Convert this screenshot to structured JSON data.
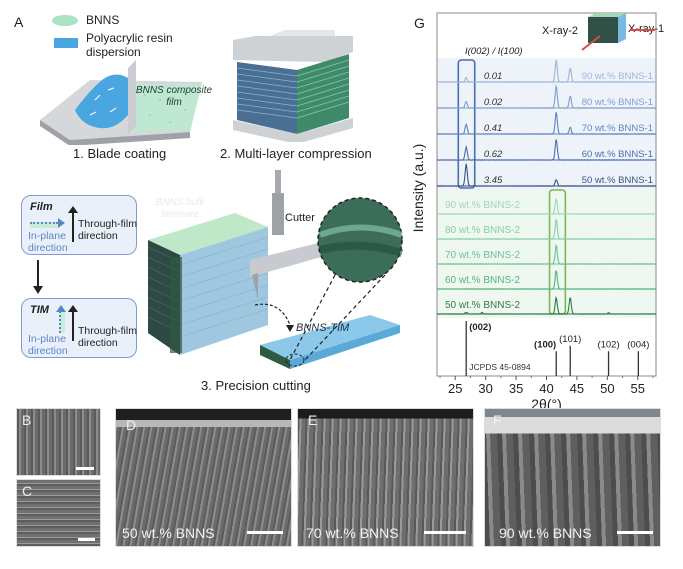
{
  "panel_a": {
    "letter": "A",
    "legend": [
      {
        "label": "BNNS",
        "color": "#a9e3c4"
      },
      {
        "label": "Polyacrylic resin dispersion",
        "color": "#4aa6e0"
      }
    ],
    "film_label": "BNNS composite film",
    "step1": "1. Blade coating",
    "step2": "2. Multi-layer compression",
    "step3": "3. Precision cutting",
    "cutter_label": "Cutter",
    "bulk_label": "BNNS bulk laminate",
    "tim_label": "BNNS-TIM",
    "film_box": {
      "title": "Film",
      "in_plane": "In-plane direction",
      "through": "Through-film direction"
    },
    "tim_box": {
      "title": "TIM",
      "in_plane": "In-plane direction",
      "through": "Through-film direction"
    }
  },
  "sem": {
    "b": {
      "letter": "B"
    },
    "c": {
      "letter": "C"
    },
    "d": {
      "letter": "D",
      "label": "50 wt.% BNNS"
    },
    "e": {
      "letter": "E",
      "label": "70 wt.% BNNS"
    },
    "f": {
      "letter": "F",
      "label": "90 wt.% BNNS"
    }
  },
  "chart_data": {
    "type": "line",
    "panel_letter": "G",
    "title": "",
    "xlabel": "2θ(°)",
    "ylabel": "Intensity (a.u.)",
    "xlim": [
      22,
      58
    ],
    "xticks": [
      25,
      30,
      35,
      40,
      45,
      50,
      55
    ],
    "ratio_header": "I(002) / I(100)",
    "inset": {
      "xray1": "X-ray-1",
      "xray2": "X-ray-2"
    },
    "series_group1": [
      {
        "name": "90 wt.% BNNS-1",
        "ratio": "0.01",
        "peaks": [
          {
            "x": 26.8,
            "h": 0.2
          },
          {
            "x": 41.6,
            "h": 1.0
          },
          {
            "x": 43.9,
            "h": 0.65
          }
        ],
        "color": "#9db5d8"
      },
      {
        "name": "80 wt.% BNNS-1",
        "ratio": "0.02",
        "peaks": [
          {
            "x": 26.8,
            "h": 0.3
          },
          {
            "x": 41.6,
            "h": 1.0
          },
          {
            "x": 43.9,
            "h": 0.55
          }
        ],
        "color": "#7f9fcd"
      },
      {
        "name": "70 wt.% BNNS-1",
        "ratio": "0.41",
        "peaks": [
          {
            "x": 26.8,
            "h": 0.45
          },
          {
            "x": 41.6,
            "h": 1.0
          },
          {
            "x": 43.9,
            "h": 0.3
          }
        ],
        "color": "#5f84bd"
      },
      {
        "name": "60 wt.% BNNS-1",
        "ratio": "0.62",
        "peaks": [
          {
            "x": 26.8,
            "h": 0.6
          },
          {
            "x": 41.6,
            "h": 0.95
          }
        ],
        "color": "#4c6fa7"
      },
      {
        "name": "50 wt.% BNNS-1",
        "ratio": "3.45",
        "peaks": [
          {
            "x": 26.8,
            "h": 1.0
          },
          {
            "x": 41.6,
            "h": 0.3
          }
        ],
        "color": "#3a5480"
      }
    ],
    "series_group2": [
      {
        "name": "90 wt.% BNNS-2",
        "peaks": [
          {
            "x": 41.6,
            "h": 0.7
          }
        ],
        "color": "#9fd8b6"
      },
      {
        "name": "80 wt.% BNNS-2",
        "peaks": [
          {
            "x": 41.6,
            "h": 0.9
          }
        ],
        "color": "#86cfa2"
      },
      {
        "name": "70 wt.% BNNS-2",
        "peaks": [
          {
            "x": 41.6,
            "h": 0.85
          }
        ],
        "color": "#6cc28f"
      },
      {
        "name": "60 wt.% BNNS-2",
        "peaks": [
          {
            "x": 41.6,
            "h": 0.85
          }
        ],
        "color": "#54b47c"
      },
      {
        "name": "50 wt.% BNNS-2",
        "peaks": [
          {
            "x": 41.6,
            "h": 0.75
          },
          {
            "x": 43.9,
            "h": 0.75
          },
          {
            "x": 26.8,
            "h": 0.08
          },
          {
            "x": 29.4,
            "h": 0.06
          },
          {
            "x": 50.2,
            "h": 0.05
          }
        ],
        "color": "#2f7a4a"
      }
    ],
    "reference": {
      "label": "JCPDS 45-0894",
      "lines": [
        {
          "hkl": "(002)",
          "x": 26.8,
          "h": 1.0,
          "bold": true
        },
        {
          "hkl": "(100)",
          "x": 41.6,
          "h": 0.45,
          "bold": true
        },
        {
          "hkl": "(101)",
          "x": 43.9,
          "h": 0.55,
          "bold": false
        },
        {
          "hkl": "(102)",
          "x": 50.2,
          "h": 0.45,
          "bold": false
        },
        {
          "hkl": "(004)",
          "x": 55.1,
          "h": 0.45,
          "bold": false
        }
      ]
    }
  }
}
